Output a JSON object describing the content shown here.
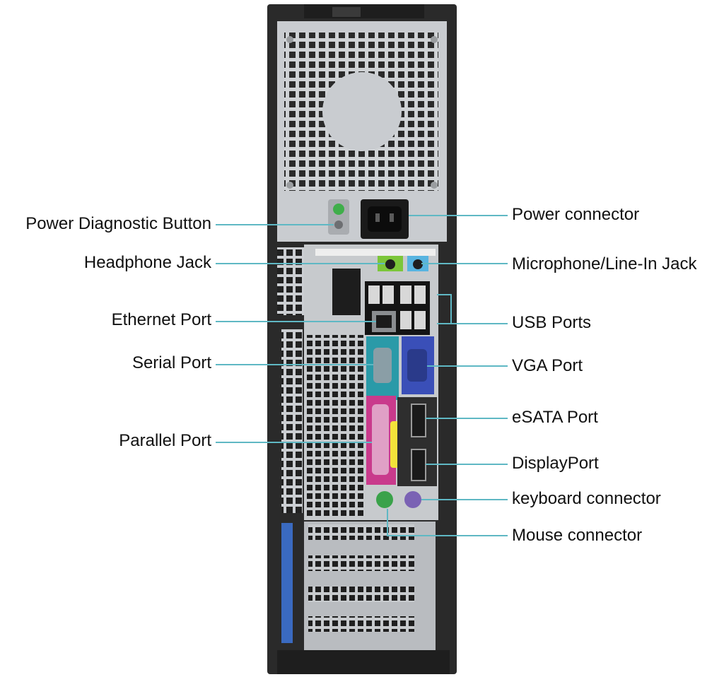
{
  "labels_left": [
    {
      "id": "power-diagnostic-button",
      "text": "Power Diagnostic Button"
    },
    {
      "id": "headphone-jack",
      "text": "Headphone Jack"
    },
    {
      "id": "ethernet-port",
      "text": "Ethernet Port"
    },
    {
      "id": "serial-port",
      "text": "Serial Port"
    },
    {
      "id": "parallel-port",
      "text": "Parallel Port"
    }
  ],
  "labels_right": [
    {
      "id": "power-connector",
      "text": "Power connector"
    },
    {
      "id": "microphone-line-in-jack",
      "text": "Microphone/Line-In Jack"
    },
    {
      "id": "usb-ports",
      "text": "USB Ports"
    },
    {
      "id": "vga-port",
      "text": "VGA Port"
    },
    {
      "id": "esata-port",
      "text": "eSATA Port"
    },
    {
      "id": "displayport",
      "text": "DisplayPort"
    },
    {
      "id": "keyboard-connector",
      "text": "keyboard connector"
    },
    {
      "id": "mouse-connector",
      "text": "Mouse connector"
    }
  ],
  "colors": {
    "leader_line": "#5fb8c4",
    "case": "#2a2a2a",
    "panel": "#c9ccd0",
    "serial": "#2a9aa8",
    "vga": "#3a4fb8",
    "parallel": "#c93a8c",
    "mouse_ps2": "#3aa24a",
    "keyboard_ps2": "#7a62b4",
    "headphone": "#7cc63a",
    "microphone": "#58b4e0",
    "sticker": "#f3e23a"
  }
}
